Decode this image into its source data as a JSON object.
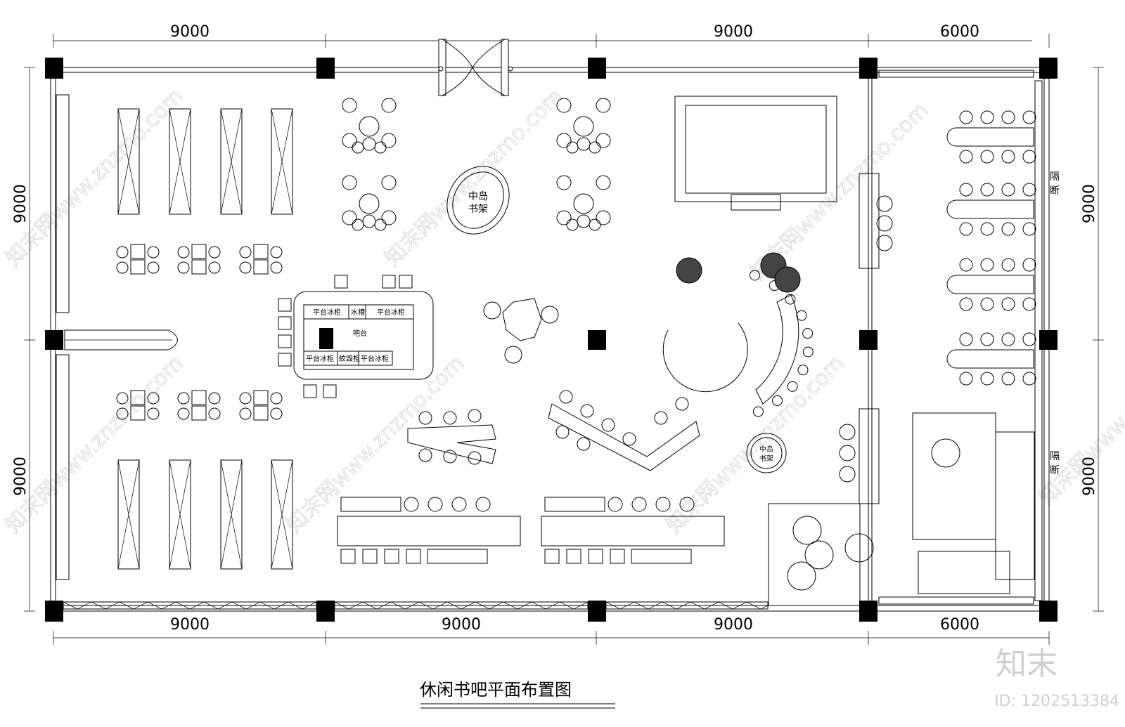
{
  "title": "休闲书吧平面布置图",
  "dimensions": {
    "top": [
      "9000",
      "9000",
      "6000"
    ],
    "bottom": [
      "9000",
      "9000",
      "9000",
      "6000"
    ],
    "left": [
      "9000",
      "9000"
    ],
    "right": [
      "9000",
      "9000"
    ]
  },
  "labels": {
    "island_shelf_top": [
      "中岛",
      "书架"
    ],
    "island_shelf_bottom": [
      "中岛",
      "书架"
    ],
    "bar": "吧台",
    "fridge_1": "平台冰柜",
    "fridge_2": "平台冰柜",
    "fridge_3": "平台冰柜",
    "fridge_4": "平台冰柜",
    "sink": "水槽",
    "disinfect": "紋毁柜",
    "partition_1": [
      "隔",
      "断"
    ],
    "partition_2": [
      "隔",
      "断"
    ]
  },
  "watermark": {
    "logo": "知末",
    "id": "ID: 1202513384",
    "diagonal": "知末网www.znzmo.com"
  },
  "colors": {
    "line": "#000000",
    "watermark": "#cfcfcf"
  }
}
